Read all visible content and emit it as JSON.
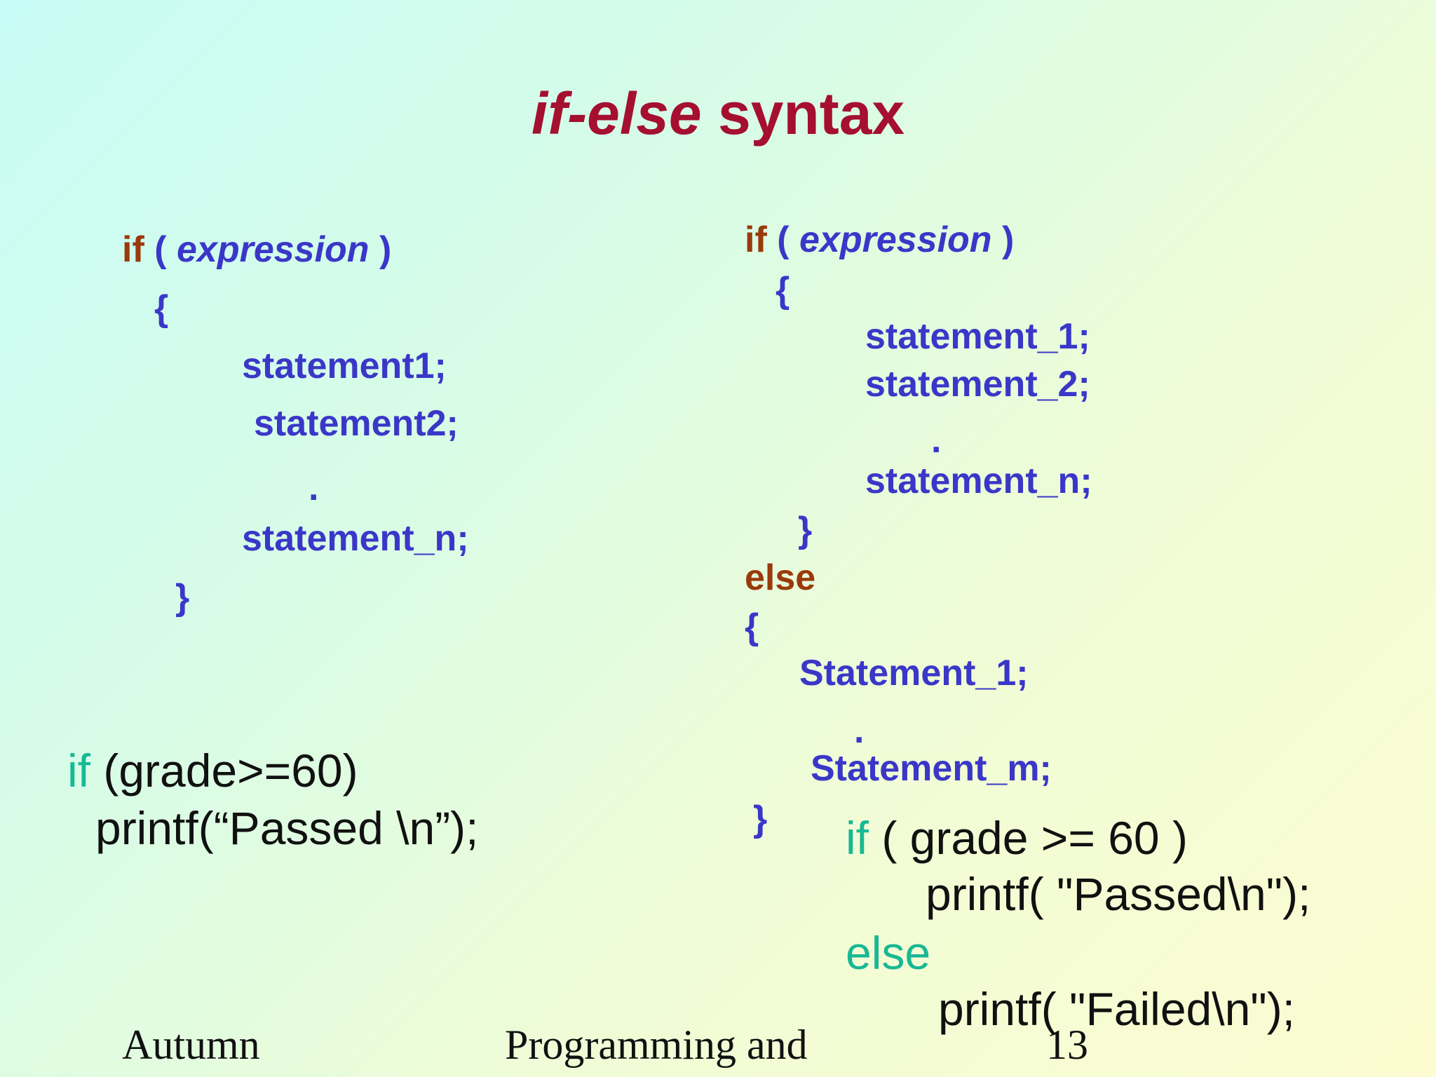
{
  "title": {
    "italic_part": "if-else",
    "rest": " syntax"
  },
  "left_syntax": {
    "if_kw": "if",
    "open_paren": " ( ",
    "expression": "expression",
    "close_paren": " )",
    "open_brace": "{",
    "stmt1": "statement1;",
    "stmt2": "statement2;",
    "dot": ".",
    "stmt_n": "statement_n;",
    "close_brace": "}"
  },
  "right_syntax": {
    "if_kw": "if",
    "open_paren": " ( ",
    "expression": "expression",
    "close_paren": " )",
    "open_brace1": "{",
    "stmt_1": "statement_1;",
    "stmt_2": "statement_2;",
    "dot1": ".",
    "stmt_n": "statement_n;",
    "close_brace1": "}",
    "else_kw": "else",
    "open_brace2": "{",
    "else_stmt_1": "Statement_1;",
    "dot2": ".",
    "else_stmt_m": "Statement_m;",
    "close_brace2": "}"
  },
  "example_if": {
    "if_kw": "if",
    "condition": " (grade>=60)",
    "body": "printf(“Passed \\n”);"
  },
  "example_if_else": {
    "if_kw": "if",
    "condition": " ( grade >= 60 )",
    "then_body": "printf( \"Passed\\n\");",
    "else_kw": "else",
    "else_body": "printf( \"Failed\\n\");"
  },
  "footer": {
    "left": "Autumn",
    "center": "Programming and",
    "page_number": "13"
  },
  "colors": {
    "title": "#a50f30",
    "keyword": "#9a3a0a",
    "code": "#3a37c8",
    "example_keyword": "#18b894",
    "example_text": "#111111"
  }
}
